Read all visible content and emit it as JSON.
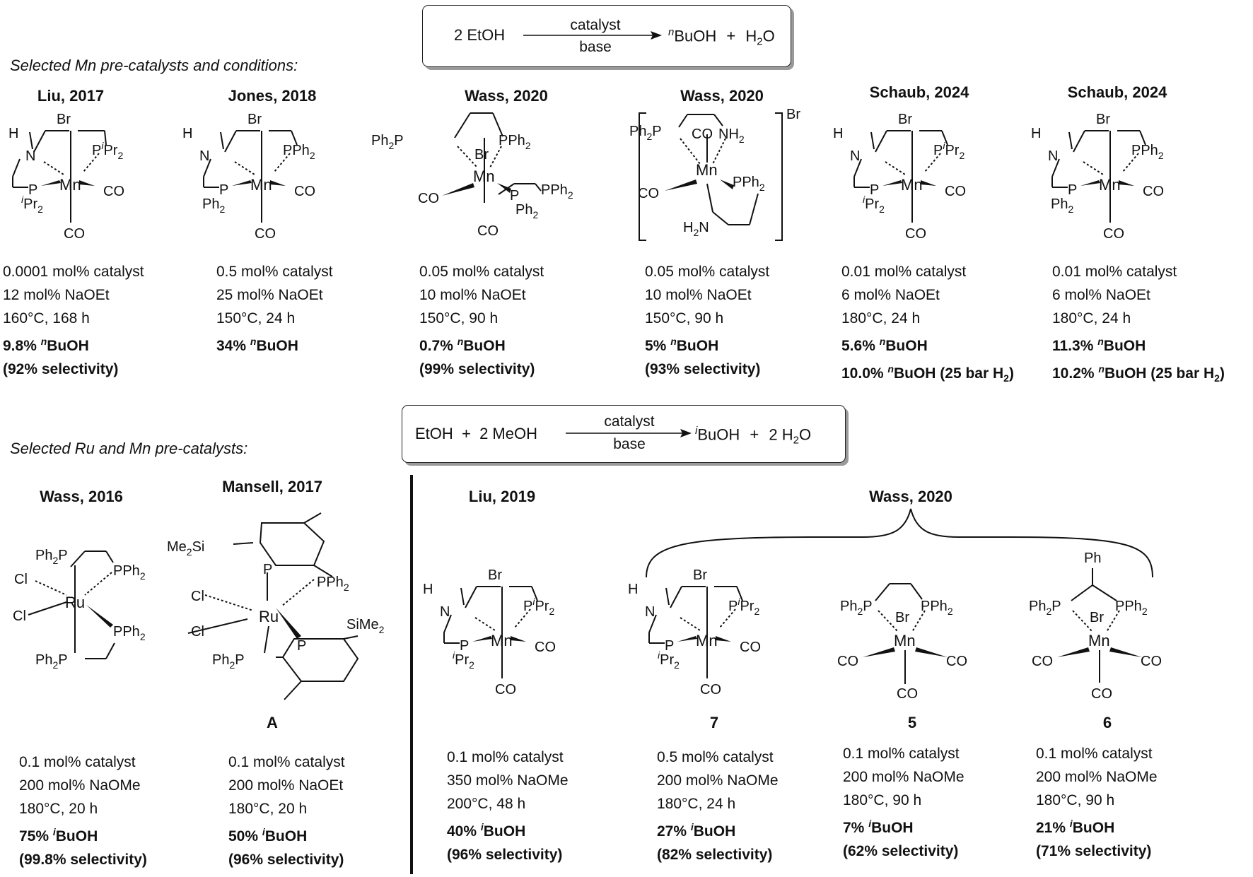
{
  "scheme1": {
    "reactant": "2 EtOH",
    "above_arrow": "catalyst",
    "below_arrow": "base",
    "product_prefix": "n",
    "product_main": "BuOH",
    "plus": "+",
    "water": "H",
    "water_sub": "2",
    "water_o": "O"
  },
  "section1_label": "Selected Mn pre-catalysts and conditions:",
  "top_entries": [
    {
      "title": "Liu, 2017",
      "lines": [
        "0.0001 mol% catalyst",
        "12 mol% NaOEt",
        "160°C, 168 h"
      ],
      "yield_pct": "9.8% ",
      "yield_sup": "n",
      "yield_prod": "BuOH",
      "extra": "(92% selectivity)"
    },
    {
      "title": "Jones, 2018",
      "lines": [
        "0.5 mol% catalyst",
        "25 mol% NaOEt",
        "150°C, 24 h"
      ],
      "yield_pct": "34% ",
      "yield_sup": "n",
      "yield_prod": "BuOH",
      "extra": ""
    },
    {
      "title": "Wass, 2020",
      "lines": [
        "0.05 mol% catalyst",
        "10 mol% NaOEt",
        "150°C, 90 h"
      ],
      "yield_pct": "0.7% ",
      "yield_sup": "n",
      "yield_prod": "BuOH",
      "extra": "(99% selectivity)"
    },
    {
      "title": "Wass, 2020",
      "lines": [
        "0.05 mol% catalyst",
        "10 mol% NaOEt",
        "150°C, 90 h"
      ],
      "yield_pct": "5% ",
      "yield_sup": "n",
      "yield_prod": "BuOH",
      "extra": "(93% selectivity)"
    },
    {
      "title": "Schaub, 2024",
      "lines": [
        "0.01 mol% catalyst",
        "6 mol% NaOEt",
        "180°C, 24 h"
      ],
      "yield_pct": "5.6% ",
      "yield_sup": "n",
      "yield_prod": "BuOH",
      "extra_pct": "10.0% ",
      "extra_sup": "n",
      "extra_prod": "BuOH (25 bar H",
      "extra_sub": "2",
      "extra_end": ")"
    },
    {
      "title": "Schaub, 2024",
      "lines": [
        "0.01 mol% catalyst",
        "6 mol% NaOEt",
        "180°C, 24 h"
      ],
      "yield_pct": "11.3% ",
      "yield_sup": "n",
      "yield_prod": "BuOH",
      "extra_pct": "10.2% ",
      "extra_sup": "n",
      "extra_prod": "BuOH (25 bar H",
      "extra_sub": "2",
      "extra_end": ")"
    }
  ],
  "scheme2": {
    "reactant": "EtOH  +  2 MeOH",
    "above_arrow": "catalyst",
    "below_arrow": "base",
    "product_prefix": "i",
    "product_main": "BuOH",
    "plus": "+",
    "water": "2 H",
    "water_sub": "2",
    "water_o": "O"
  },
  "section2_label": "Selected Ru and Mn pre-catalysts:",
  "bottom_entries": [
    {
      "title": "Wass, 2016",
      "label": "",
      "lines": [
        "0.1 mol% catalyst",
        "200 mol% NaOMe",
        "180°C, 20 h"
      ],
      "yield_pct": "75% ",
      "yield_sup": "i",
      "yield_prod": "BuOH",
      "extra": "(99.8% selectivity)"
    },
    {
      "title": "Mansell, 2017",
      "label": "A",
      "lines": [
        "0.1 mol% catalyst",
        "200 mol% NaOEt",
        "180°C, 20 h"
      ],
      "yield_pct": "50% ",
      "yield_sup": "i",
      "yield_prod": "BuOH",
      "extra": "(96% selectivity)"
    },
    {
      "title": "Liu, 2019",
      "label": "",
      "lines": [
        "0.1 mol% catalyst",
        "350 mol% NaOMe",
        "200°C, 48 h"
      ],
      "yield_pct": "40% ",
      "yield_sup": "i",
      "yield_prod": "BuOH",
      "extra": "(96% selectivity)"
    },
    {
      "title": "Wass, 2020",
      "label": "7",
      "lines": [
        "0.5 mol% catalyst",
        "200 mol% NaOMe",
        "180°C, 24 h"
      ],
      "yield_pct": "27% ",
      "yield_sup": "i",
      "yield_prod": "BuOH",
      "extra": "(82% selectivity)"
    },
    {
      "title": "",
      "label": "5",
      "lines": [
        "0.1 mol% catalyst",
        "200 mol% NaOMe",
        "180°C, 90 h"
      ],
      "yield_pct": "7% ",
      "yield_sup": "i",
      "yield_prod": "BuOH",
      "extra": "(62% selectivity)"
    },
    {
      "title": "",
      "label": "6",
      "lines": [
        "0.1 mol% catalyst",
        "200 mol% NaOMe",
        "180°C, 90 h"
      ],
      "yield_pct": "21% ",
      "yield_sup": "i",
      "yield_prod": "BuOH",
      "extra": "(71% selectivity)"
    }
  ],
  "atoms": {
    "mn": "Mn",
    "ru": "Ru",
    "br": "Br",
    "co": "CO",
    "cl": "Cl",
    "n": "N",
    "h": "H",
    "p": "P",
    "pipr2_p": "P",
    "ipr_i": "i",
    "ipr_pr": "Pr",
    "two": "2",
    "pph2": "PPh",
    "ph2p": "Ph",
    "ph2": "Ph",
    "nh2": "NH",
    "h2n": "H",
    "ph": "Ph",
    "sime3": "SiMe",
    "me3si": "Me",
    "si": "Si"
  },
  "colors": {
    "ink": "#111111",
    "box_shadow": "#9a9a9a"
  }
}
